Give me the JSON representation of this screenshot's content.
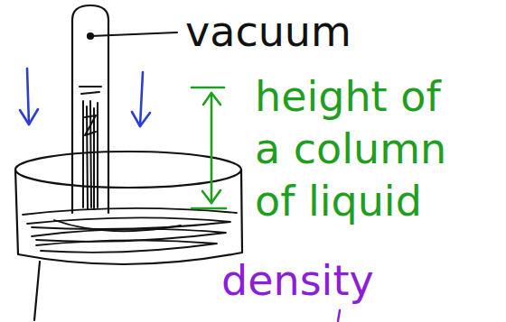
{
  "diagram": {
    "labels": [
      "vacuum",
      "height of a column of liquid",
      "density"
    ]
  }
}
